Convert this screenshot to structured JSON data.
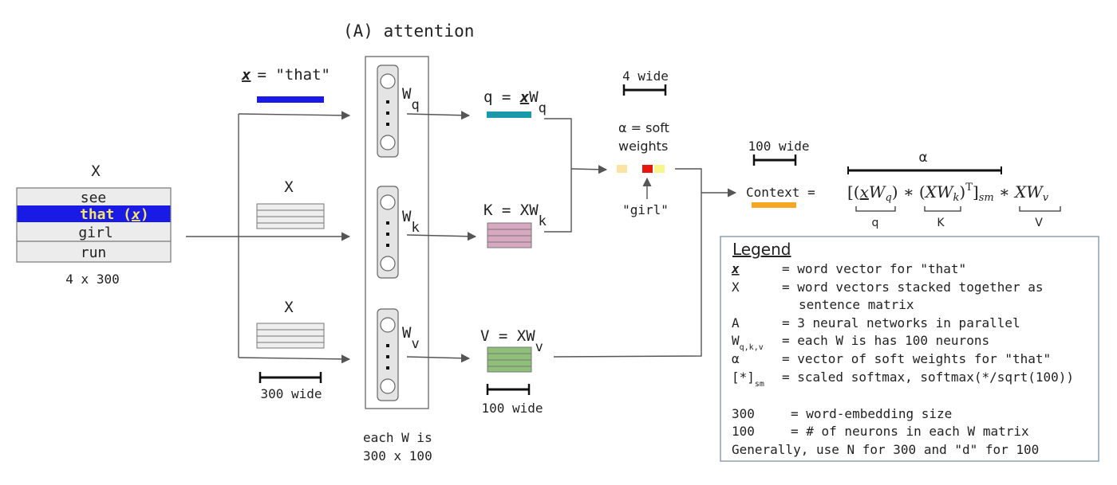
{
  "title": "(A) attention",
  "input": {
    "label": "X",
    "words": [
      "see",
      "that (",
      "girl",
      "run"
    ],
    "x_symbol": "x",
    "highlight_close": ")",
    "dims": "4 x 300"
  },
  "branches": {
    "x_label_eq": "= \"that\"",
    "x_symbol": "x",
    "matrix_label": "X",
    "width_300": "300 wide"
  },
  "networks": {
    "w": "W",
    "subs": [
      "q",
      "k",
      "v"
    ],
    "note_line1": "each W is",
    "note_line2": "300 x 100"
  },
  "outputs": {
    "q_prefix": "q = ",
    "x_symbol": "x",
    "k_prefix": "K = XW",
    "v_prefix": "V = XW",
    "w": "W",
    "subs": [
      "q",
      "k",
      "v"
    ],
    "width_100": "100 wide"
  },
  "softweights": {
    "width_4": "4 wide",
    "line1": "α = soft",
    "line2": "weights",
    "arrow_label": "\"girl\""
  },
  "context": {
    "width_100": "100 wide",
    "label": "Context  =",
    "alpha": "α",
    "formula": {
      "open": "[(",
      "x": "x",
      "wq": "W",
      "q": "q",
      "mid1": ") ∗ (",
      "xk": "XW",
      "k": "k",
      "mid2": ")",
      "T": "T",
      "close": "]",
      "sm": "sm",
      "mid3": " ∗ ",
      "xv": "XW",
      "v": "v"
    },
    "under": [
      "q",
      "K",
      "V"
    ]
  },
  "legend": {
    "title": "Legend",
    "rows": [
      {
        "sym": "x",
        "sub": "",
        "desc": "= word vector for \"that\""
      },
      {
        "sym": "X",
        "sub": "",
        "desc": "= word vectors stacked together as"
      },
      {
        "sym": "",
        "sub": "",
        "desc": "sentence matrix"
      },
      {
        "sym": "A",
        "sub": "",
        "desc": "= 3 neural networks in parallel"
      },
      {
        "sym": "W",
        "sub": "q,k,v",
        "desc": "= each W is has 100 neurons"
      },
      {
        "sym": "α",
        "sub": "",
        "desc": "= vector of soft weights for \"that\""
      },
      {
        "sym": "[*]",
        "sub": "sm",
        "desc": "= scaled softmax, softmax(*/sqrt(100))"
      },
      {
        "sym": "300",
        "sub": "",
        "desc": "= word-embedding size"
      },
      {
        "sym": "100",
        "sub": "",
        "desc": "= # of neurons in each W matrix"
      },
      {
        "sym": "",
        "sub": "",
        "desc": "Generally, use N for 300 and \"d\" for 100"
      }
    ]
  },
  "colors": {
    "x_bar": "#1a1ae6",
    "q_bar": "#1a9aa8",
    "k_matrix": "#d8a8c2",
    "v_matrix": "#8fc07a",
    "context_bar": "#f5a623",
    "highlight": "#1a1ae6",
    "highlight_text": "#f5e66a",
    "soft": [
      "#fbe3a6",
      "#ffffff",
      "#e8150f",
      "#f8f58a"
    ],
    "row_bg": "#ececec",
    "legend_border": "#8aa0b0"
  }
}
